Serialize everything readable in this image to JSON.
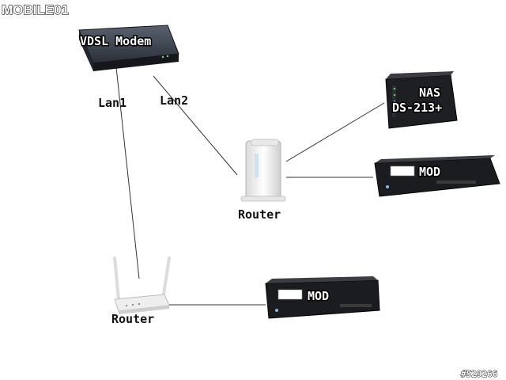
{
  "logo": {
    "text": "MOBILE01"
  },
  "watermark": {
    "text": "#529266"
  },
  "devices": {
    "vdsl_modem": {
      "label": "VDSL Modem"
    },
    "router_top": {
      "label": "Router"
    },
    "router_bottom": {
      "label": "Router"
    },
    "nas": {
      "line1": "NAS",
      "line2": "DS-213+"
    },
    "mod_top": {
      "label": "MOD"
    },
    "mod_bottom": {
      "label": "MOD"
    }
  },
  "links": {
    "lan1": "Lan1",
    "lan2": "Lan2"
  },
  "colors": {
    "line": "#333333",
    "device_dark": "#1e1f22",
    "router_white": "#f2f2f2"
  }
}
